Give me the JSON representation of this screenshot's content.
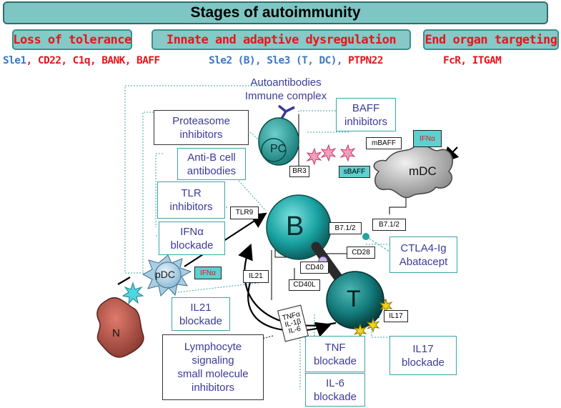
{
  "title": "Stages of autoimmunity",
  "stages": [
    "Loss of tolerance",
    "Innate and adaptive dysregulation",
    "End organ targeting"
  ],
  "genes": {
    "g1": "Sle1",
    "g1_sep": ",",
    "g2": "CD22, C1q, BANK, BAFF",
    "g3": "Sle2 (B), Sle3 (T, DC),",
    "g4": "PTPN22",
    "g5": "FcR, ITGAM"
  },
  "autoantibodies": [
    "Autoantibodies",
    "Immune complex"
  ],
  "therapy_boxes": {
    "proteasome": [
      "Proteasome",
      "inhibitors"
    ],
    "anti_b": [
      "Anti-B cell",
      "antibodies"
    ],
    "tlr": [
      "TLR",
      "inhibitors"
    ],
    "ifna": [
      "IFNα",
      "blockade"
    ],
    "il21": [
      "IL21",
      "blockade"
    ],
    "baff_inh": [
      "BAFF",
      "inhibitors"
    ],
    "ctla4": [
      "CTLA4-Ig",
      "Abatacept"
    ],
    "lymphocyte": [
      "Lymphocyte",
      "signaling",
      "small molecule",
      "inhibitors"
    ],
    "tnf": [
      "TNF",
      "blockade"
    ],
    "il17": [
      "IL17",
      "blockade"
    ],
    "il6": [
      "IL-6",
      "blockade"
    ]
  },
  "cells": {
    "pc": "PC",
    "b": "B",
    "t": "T",
    "pdc": "pDC",
    "mdc": "mDC",
    "n": "N"
  },
  "labels": {
    "br3": "BR3",
    "sbaff": "sBAFF",
    "mbaff": "mBAFF",
    "ifna_mdc": "IFNα",
    "tlr9": "TLR9",
    "b7_b": "B7.1/2",
    "b7_mdc": "B7.1/2",
    "cd28": "CD28",
    "cd40": "CD40",
    "cd40l": "CD40L",
    "il21": "IL21",
    "ifna_pdc": "IFNα",
    "il17": "IL17",
    "cytokines": [
      "TNFα",
      "IL-1β",
      "IL-6"
    ]
  }
}
